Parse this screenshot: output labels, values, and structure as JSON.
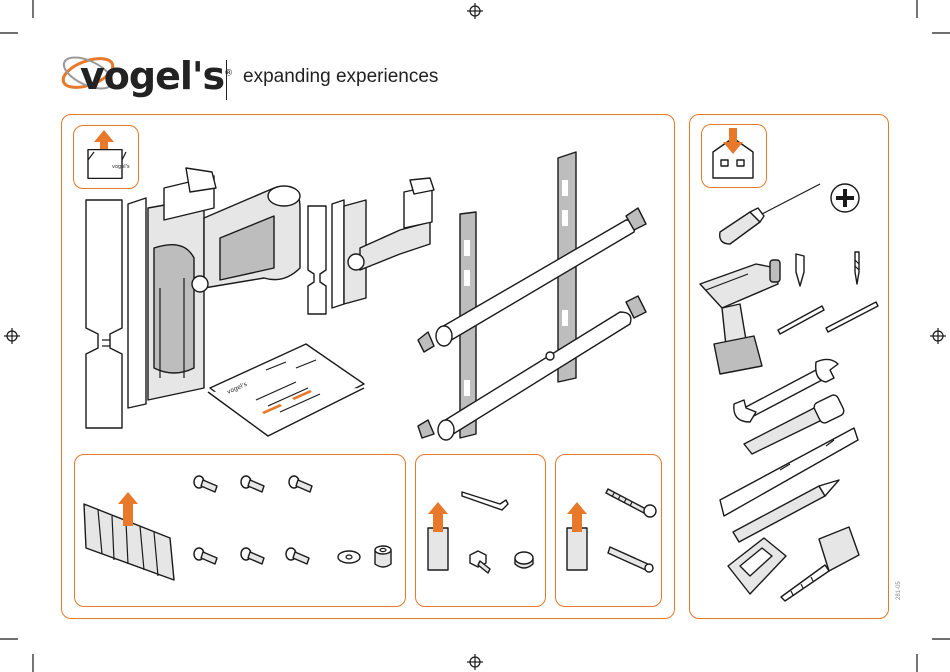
{
  "brand": {
    "logo_text": "vogel's",
    "registered_mark": "®",
    "tagline": "expanding experiences",
    "accent_color": "#e8782a"
  },
  "document_code": "281-05",
  "icons": [
    "registration-mark-icon",
    "vogels-logo-icon",
    "box-unpack-icon",
    "house-tools-icon",
    "screwdriver-icon",
    "phillips-plus-icon",
    "drill-icon",
    "drill-bit-icon",
    "wrench-icon",
    "socket-wrench-icon",
    "spirit-level-icon",
    "pencil-icon",
    "stud-finder-icon",
    "tape-measure-icon",
    "wall-plate-icon",
    "swing-arm-icon",
    "manual-icon",
    "tv-interface-bracket-icon",
    "screw-bag-icon",
    "screw-icon",
    "washer-icon",
    "spacer-icon",
    "allen-key-icon",
    "bolt-icon",
    "cap-icon",
    "wood-screw-icon",
    "wall-plug-icon"
  ]
}
